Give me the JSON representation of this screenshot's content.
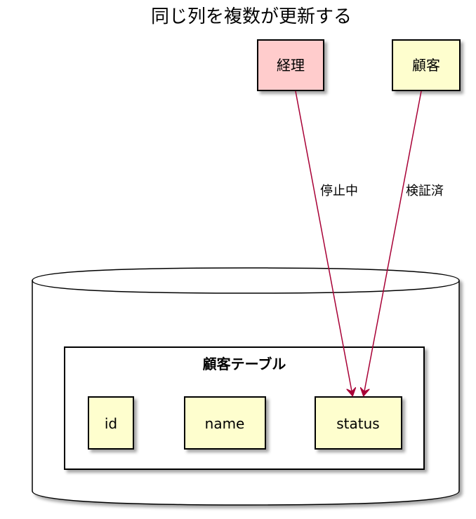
{
  "title": "同じ列を複数が更新する",
  "actors": {
    "accounting": {
      "label": "経理",
      "fill": "#FFCCCC"
    },
    "customer": {
      "label": "顧客",
      "fill": "#FEFECE"
    }
  },
  "edges": {
    "accounting_to_status": {
      "label": "停止中"
    },
    "customer_to_status": {
      "label": "検証済"
    }
  },
  "database": {
    "table": {
      "label": "顧客テーブル",
      "columns": [
        "id",
        "name",
        "status"
      ]
    }
  },
  "colors": {
    "arrow": "#A80036",
    "column_fill": "#FEFECE",
    "border": "#000000"
  }
}
